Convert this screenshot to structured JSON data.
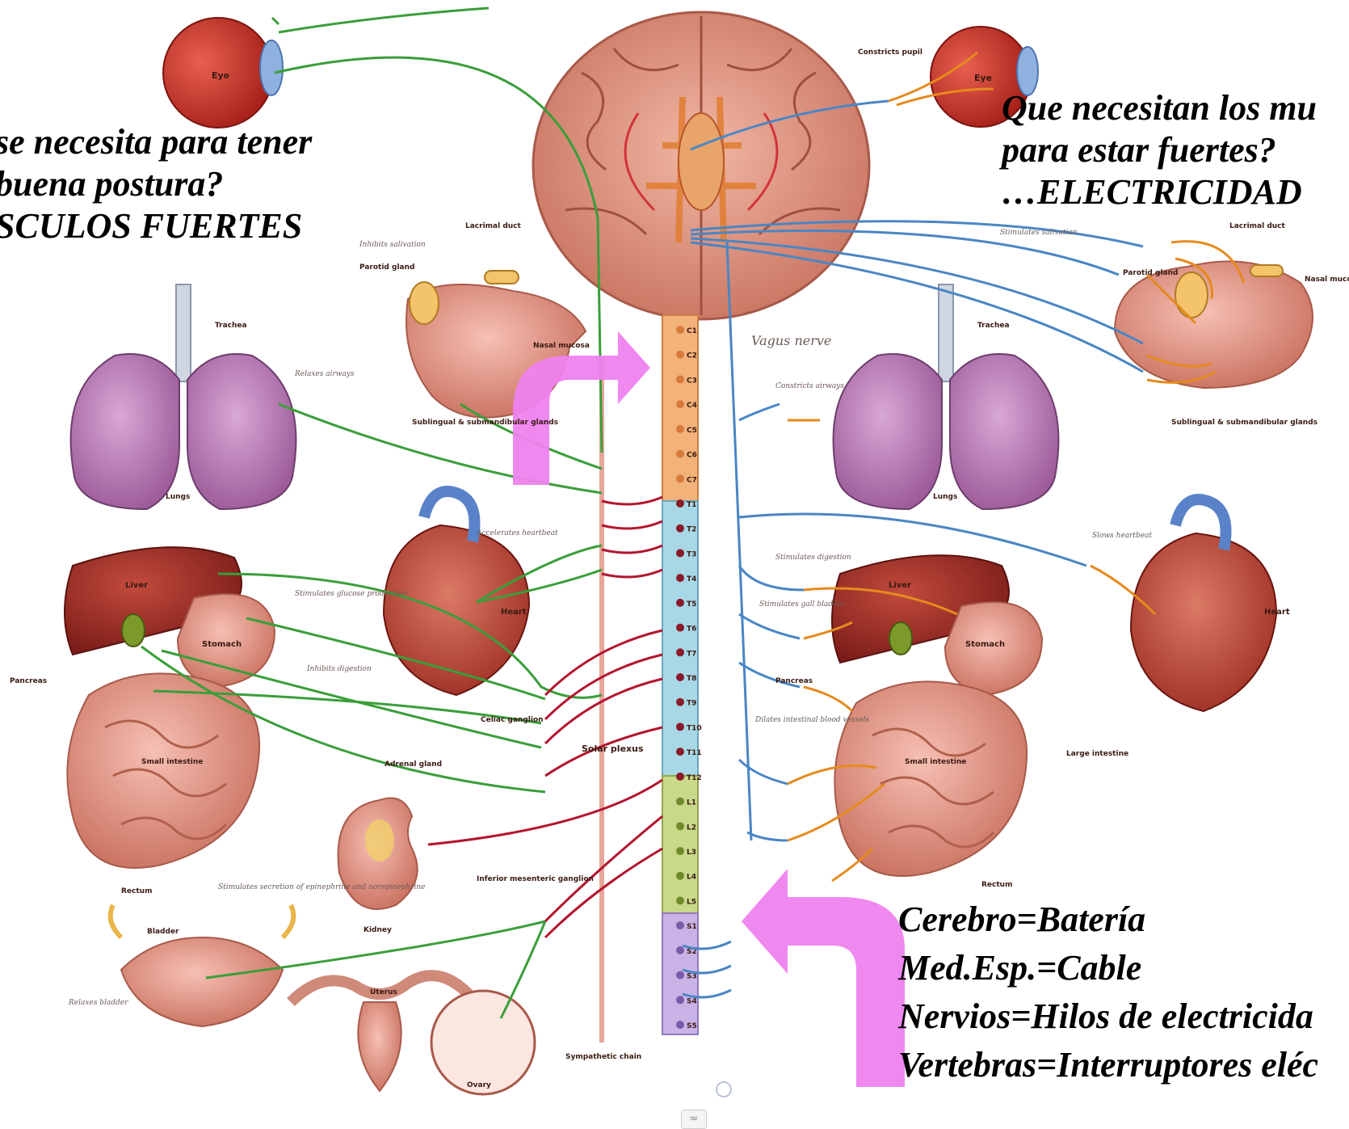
{
  "questions": {
    "left": [
      "se necesita para tener",
      "buena postura?",
      "SCULOS FUERTES"
    ],
    "right": [
      "Que necesitan los mu",
      "para estar fuertes?",
      "…ELECTRICIDAD"
    ]
  },
  "legend": [
    "Cerebro=Batería",
    "Med.Esp.=Cable",
    "Nervios=Hilos de electricida",
    "Vertebras=Interruptores eléc"
  ],
  "labels": {
    "eye_left": "Eye",
    "eye_right": "Eye",
    "constricts_pupil": "Constricts pupil",
    "lacrimal_left": "Lacrimal duct",
    "lacrimal_right": "Lacrimal duct",
    "inhibits_salivation": "Inhibits salivation",
    "stimulates_salivation": "Stimulates salivation",
    "parotid_left": "Parotid gland",
    "parotid_right": "Parotid gland",
    "nasal_left": "Nasal mucosa",
    "nasal_right": "Nasal mucosa",
    "sublingual_left": "Sublingual & submandibular glands",
    "sublingual_right": "Sublingual & submandibular glands",
    "trachea_left": "Trachea",
    "trachea_right": "Trachea",
    "relaxes_airways": "Relaxes airways",
    "constricts_airways": "Constricts airways",
    "lungs_left": "Lungs",
    "lungs_right": "Lungs",
    "vagus": "Vagus nerve",
    "accelerates": "Accelerates heartbeat",
    "slows": "Slows heartbeat",
    "heart_left": "Heart",
    "heart_right": "Heart",
    "liver_left": "Liver",
    "liver_right": "Liver",
    "stomach_left": "Stomach",
    "stomach_right": "Stomach",
    "glucose": "Stimulates glucose production",
    "inhibits_digestion": "Inhibits digestion",
    "stim_digestion": "Stimulates digestion",
    "stim_gall": "Stimulates gall bladder",
    "pancreas_left": "Pancreas",
    "pancreas_right": "Pancreas",
    "dilates": "Dilates intestinal blood vessels",
    "celiac": "Celiac ganglion",
    "solar": "Solar plexus",
    "adrenal": "Adrenal gland",
    "small_int_left": "Small intestine",
    "small_int_right": "Small intestine",
    "large_int": "Large intestine",
    "rectum_left": "Rectum",
    "rectum_right": "Rectum",
    "epinephrine": "Stimulates secretion of epinephrine and norepinephrine",
    "kidney": "Kidney",
    "inferior": "Inferior mesenteric ganglion",
    "bladder": "Bladder",
    "relaxes_bladder": "Relaxes bladder",
    "uterus": "Uterus",
    "ovary": "Ovary",
    "symp_chain": "Sympathetic chain"
  },
  "vertebrae": [
    "C1",
    "C2",
    "C3",
    "C4",
    "C5",
    "C6",
    "C7",
    "T1",
    "T2",
    "T3",
    "T4",
    "T5",
    "T6",
    "T7",
    "T8",
    "T9",
    "T10",
    "T11",
    "T12",
    "L1",
    "L2",
    "L3",
    "L4",
    "L5",
    "S1",
    "S2",
    "S3",
    "S4",
    "S5"
  ],
  "scroll_glyph": "≈",
  "colors": {
    "sympathetic_nerve": "#3a9e3a",
    "sympathetic_fiber": "#b3152f",
    "parasympathetic_nerve": "#4a86c4",
    "parasympathetic_fiber": "#e58a1e",
    "arrow": "#ee82ee",
    "cervical": "#f2b27a",
    "thoracic": "#a8d8e6",
    "lumbar": "#c8d98a",
    "sacral": "#c9b3e6"
  }
}
